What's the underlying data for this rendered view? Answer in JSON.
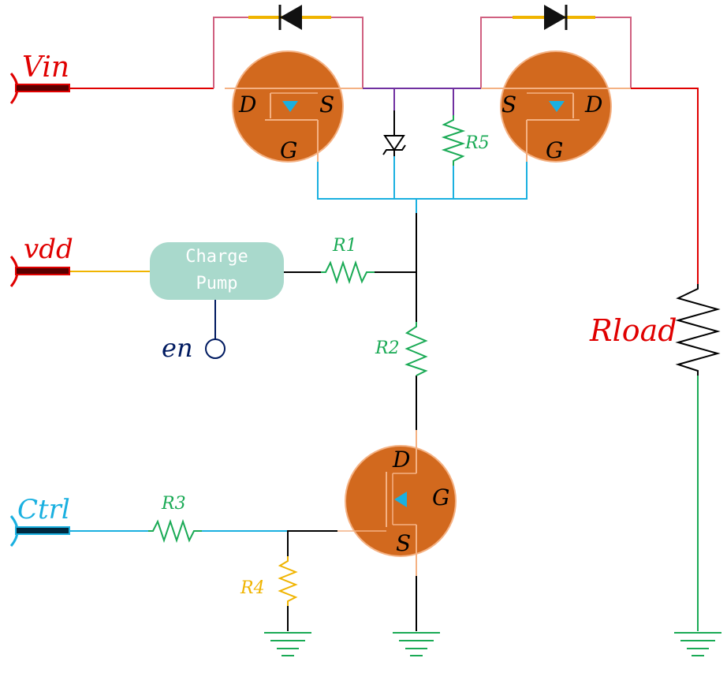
{
  "ports": {
    "vin": "Vin",
    "vdd": "vdd",
    "ctrl": "Ctrl",
    "en": "en"
  },
  "charge_pump": {
    "line1": "Charge",
    "line2": "Pump"
  },
  "mosfet_left": {
    "d": "D",
    "s": "S",
    "g": "G"
  },
  "mosfet_right": {
    "s": "S",
    "d": "D",
    "g": "G"
  },
  "mosfet_bottom": {
    "d": "D",
    "g": "G",
    "s": "S"
  },
  "resistors": {
    "r1": "R1",
    "r2": "R2",
    "r3": "R3",
    "r4": "R4",
    "r5": "R5",
    "rload": "Rload"
  },
  "colors": {
    "power": "#e00000",
    "green": "#1aaa55",
    "blue": "#1ab0e0",
    "yellow": "#f0b400",
    "pink": "#d06080",
    "purple": "#7030a0",
    "mosfet_fill": "#d2691e",
    "mosfet_edge": "#f4b183",
    "pump_fill": "#a9d9cc",
    "navy": "#001a60"
  }
}
